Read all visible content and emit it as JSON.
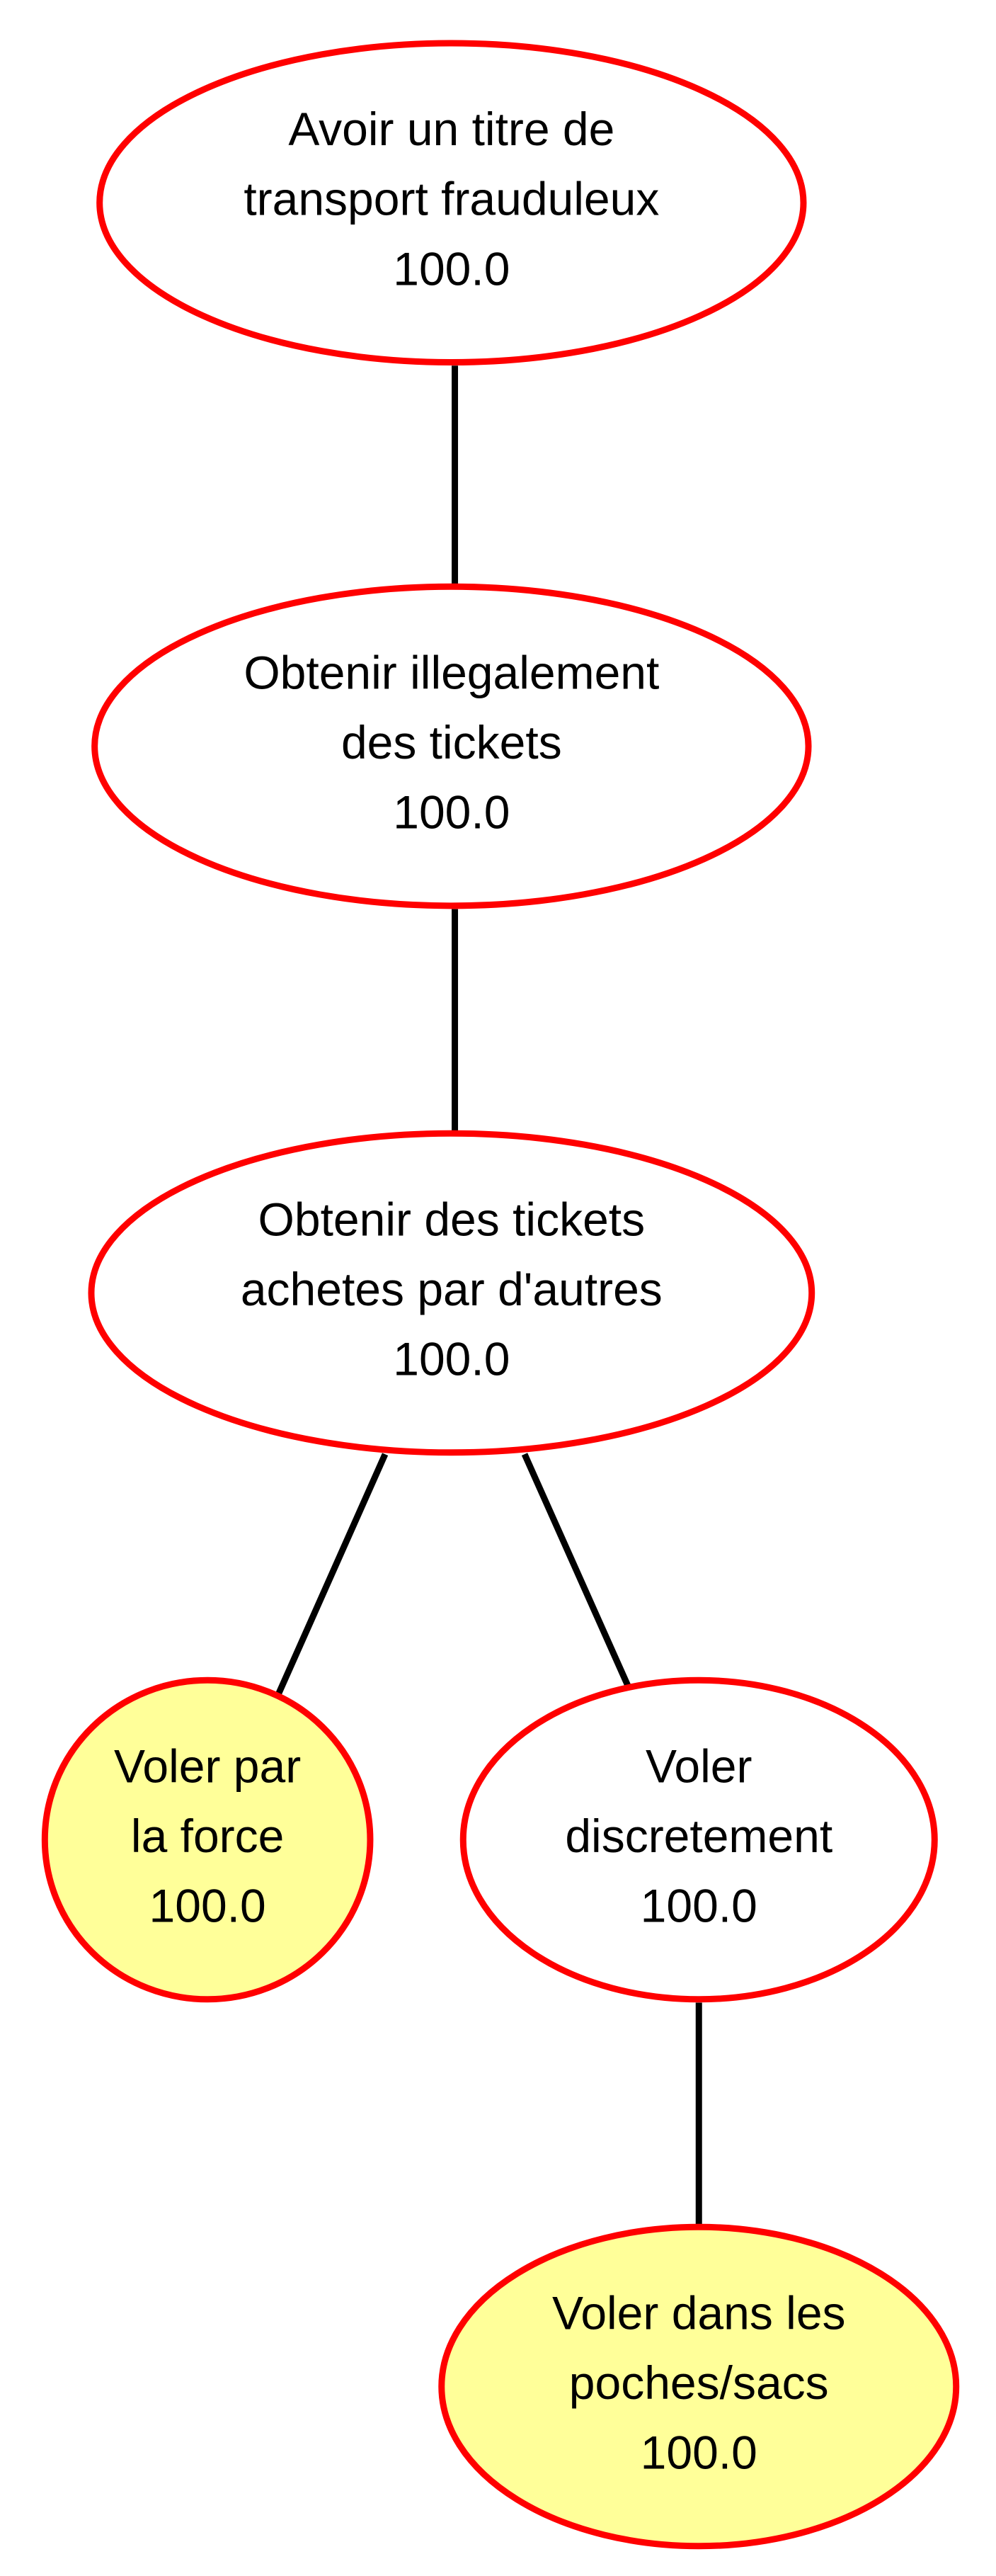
{
  "colors": {
    "node_border": "#ff0000",
    "node_fill_default": "#ffffff",
    "node_fill_leaf": "#ffff99",
    "edge": "#000000"
  },
  "nodes": [
    {
      "id": "root",
      "lines": [
        "Avoir un titre de",
        "transport frauduleux"
      ],
      "value": "100.0",
      "leaf": false
    },
    {
      "id": "illegal",
      "lines": [
        "Obtenir illegalement",
        "des tickets"
      ],
      "value": "100.0",
      "leaf": false
    },
    {
      "id": "others",
      "lines": [
        "Obtenir des tickets",
        "achetes par d'autres"
      ],
      "value": "100.0",
      "leaf": false
    },
    {
      "id": "force",
      "lines": [
        "Voler par",
        "la force"
      ],
      "value": "100.0",
      "leaf": true
    },
    {
      "id": "discret",
      "lines": [
        "Voler",
        "discretement"
      ],
      "value": "100.0",
      "leaf": false
    },
    {
      "id": "poches",
      "lines": [
        "Voler dans les",
        "poches/sacs"
      ],
      "value": "100.0",
      "leaf": true
    }
  ],
  "edges": [
    {
      "from": "root",
      "to": "illegal"
    },
    {
      "from": "illegal",
      "to": "others"
    },
    {
      "from": "others",
      "to": "force"
    },
    {
      "from": "others",
      "to": "discret"
    },
    {
      "from": "discret",
      "to": "poches"
    }
  ]
}
